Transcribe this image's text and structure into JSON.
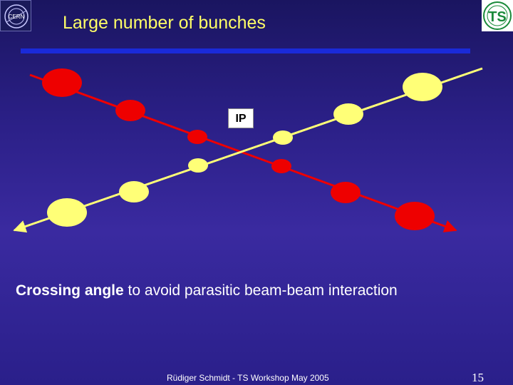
{
  "slide": {
    "title": "Large number of bunches",
    "ip_label": "IP",
    "caption_bold": "Crossing angle",
    "caption_rest": " to avoid parasitic beam-beam interaction",
    "footer": "Rüdiger Schmidt - TS Workshop May 2005",
    "page_number": "15",
    "left_logo_text": "CERN",
    "right_logo_text": "TS"
  },
  "colors": {
    "red_beam": "#ee0000",
    "yellow_beam": "#ffff77",
    "title_text": "#ffff66",
    "title_rule": "#1a2ad8",
    "background": "#2a1f85"
  }
}
